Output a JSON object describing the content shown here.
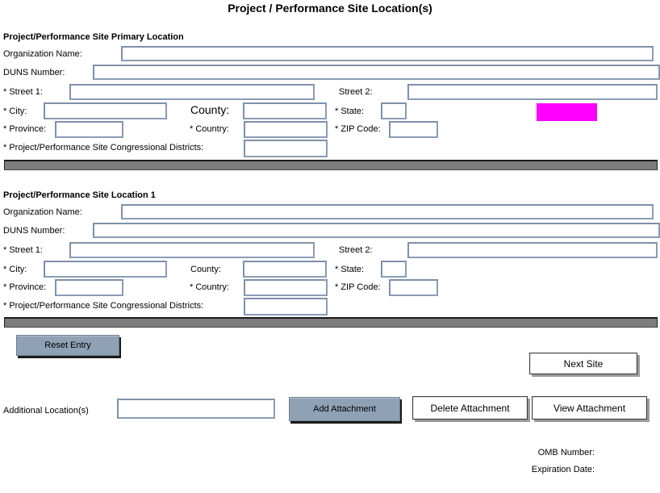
{
  "title": "Project / Performance Site Location(s)",
  "colors": {
    "accent_button": "#8fa1b5",
    "highlight": "#ff00ff",
    "field_border": "#8a9cb6",
    "divider": "#7d7d7d"
  },
  "sections": [
    {
      "header": "Project/Performance Site Primary Location",
      "fields": {
        "organization_name": {
          "label": "Organization Name:",
          "value": ""
        },
        "duns": {
          "label": "DUNS Number:",
          "value": ""
        },
        "street1": {
          "label": "* Street 1:",
          "value": ""
        },
        "street2": {
          "label": "Street 2:",
          "value": ""
        },
        "city": {
          "label": "* City:",
          "value": ""
        },
        "county": {
          "label": "County:",
          "value": ""
        },
        "state": {
          "label": "* State:",
          "value": ""
        },
        "province": {
          "label": "* Province:",
          "value": ""
        },
        "country": {
          "label": "* Country:",
          "value": ""
        },
        "zip": {
          "label": "* ZIP Code:",
          "value": ""
        },
        "congressional": {
          "label": "* Project/Performance Site Congressional Districts:",
          "value": ""
        }
      }
    },
    {
      "header": "Project/Performance Site Location 1",
      "fields": {
        "organization_name": {
          "label": "Organization Name:",
          "value": ""
        },
        "duns": {
          "label": "DUNS Number:",
          "value": ""
        },
        "street1": {
          "label": "* Street 1:",
          "value": ""
        },
        "street2": {
          "label": "Street 2:",
          "value": ""
        },
        "city": {
          "label": "* City:",
          "value": ""
        },
        "county": {
          "label": "County:",
          "value": ""
        },
        "state": {
          "label": "* State:",
          "value": ""
        },
        "province": {
          "label": "* Province:",
          "value": ""
        },
        "country": {
          "label": "* Country:",
          "value": ""
        },
        "zip": {
          "label": "* ZIP Code:",
          "value": ""
        },
        "congressional": {
          "label": "* Project/Performance Site Congressional Districts:",
          "value": ""
        }
      }
    }
  ],
  "buttons": {
    "reset": "Reset Entry",
    "next_site": "Next Site",
    "add_attachment": "Add Attachment",
    "delete_attachment": "Delete Attachment",
    "view_attachment": "View Attachment"
  },
  "additional": {
    "label": "Additional Location(s)",
    "value": ""
  },
  "footer": {
    "omb_number": "OMB Number:",
    "expiration_date": "Expiration Date:"
  }
}
